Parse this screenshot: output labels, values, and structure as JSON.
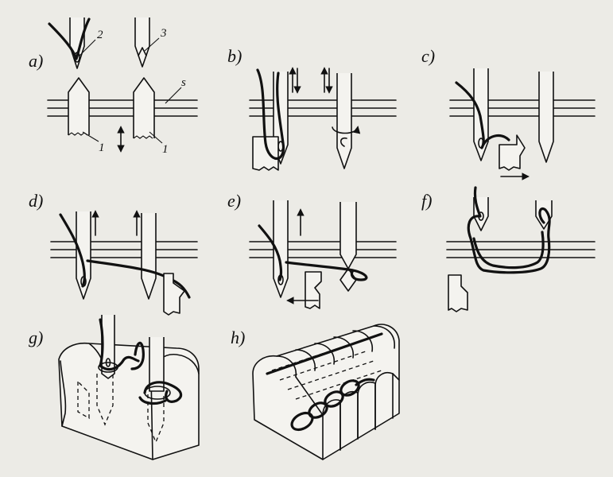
{
  "panels": {
    "a": "a)",
    "b": "b)",
    "c": "c)",
    "d": "d)",
    "e": "e)",
    "f": "f)",
    "g": "g)",
    "h": "h)"
  },
  "callouts": {
    "two": "2",
    "three": "3",
    "s": "s",
    "one_left": "1",
    "one_right": "1"
  },
  "colors": {
    "ink": "#111111",
    "paper": "#ecebe6"
  }
}
